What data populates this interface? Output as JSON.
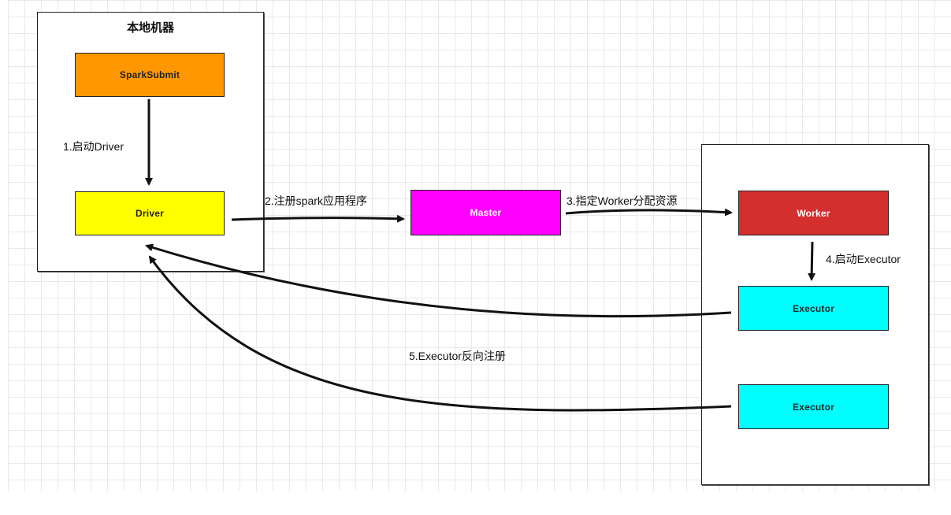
{
  "machines": {
    "local": {
      "title": "本地机器"
    },
    "cluster": {
      "title": ""
    }
  },
  "nodes": {
    "spark_submit": {
      "label": "SparkSubmit",
      "color": "#ff9800"
    },
    "driver": {
      "label": "Driver",
      "color": "#ffff00"
    },
    "master": {
      "label": "Master",
      "color": "#ff00ff"
    },
    "worker": {
      "label": "Worker",
      "color": "#d32f2f"
    },
    "executor_1": {
      "label": "Executor",
      "color": "#00ffff"
    },
    "executor_2": {
      "label": "Executor",
      "color": "#00ffff"
    }
  },
  "edges": {
    "step1": "1.启动Driver",
    "step2": "2.注册spark应用程序",
    "step3": "3.指定Worker分配资源",
    "step4": "4.启动Executor",
    "step5": "5.Executor反向注册"
  }
}
